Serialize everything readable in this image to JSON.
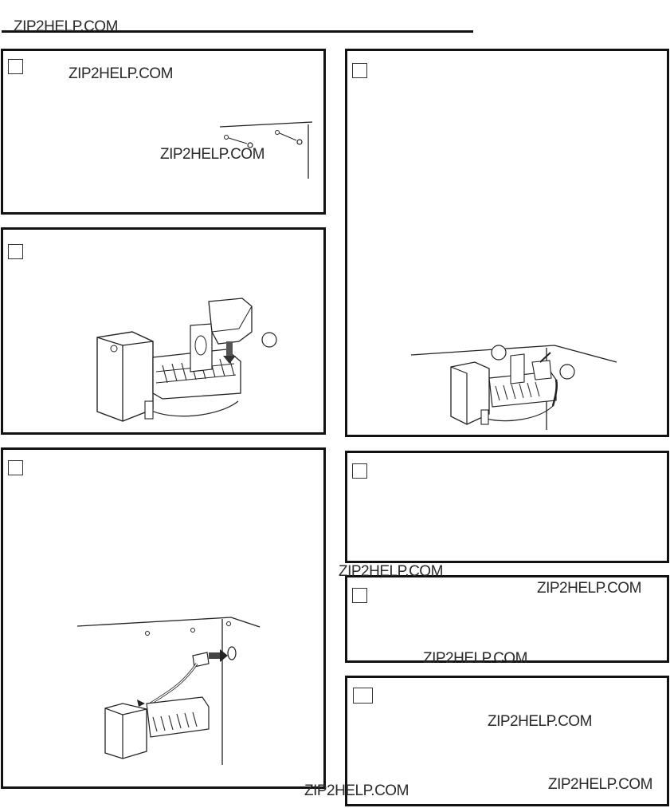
{
  "watermark": {
    "text": "ZIP2HELP.COM"
  },
  "panels": [
    {
      "id": "panel-1",
      "illustration": "mounting-screws"
    },
    {
      "id": "panel-2",
      "illustration": "icemaker-bracket-attach"
    },
    {
      "id": "panel-3",
      "illustration": "icemaker-wire-connect"
    },
    {
      "id": "panel-4",
      "illustration": "icemaker-installed"
    },
    {
      "id": "panel-5",
      "illustration": "none"
    },
    {
      "id": "panel-6",
      "illustration": "none"
    },
    {
      "id": "panel-7",
      "illustration": "none"
    }
  ]
}
